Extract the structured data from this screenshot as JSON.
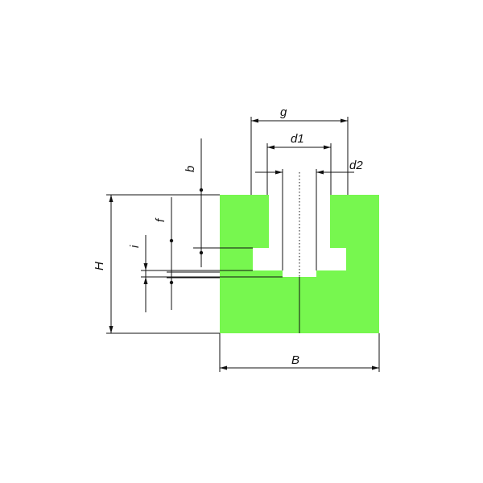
{
  "colors": {
    "profile_fill": "#77f74f",
    "line": "#111111",
    "background": "#ffffff"
  },
  "labels": {
    "g": "g",
    "d1": "d1",
    "d2": "d2",
    "b": "b",
    "f": "f",
    "i": "i",
    "H": "H",
    "B": "B"
  }
}
